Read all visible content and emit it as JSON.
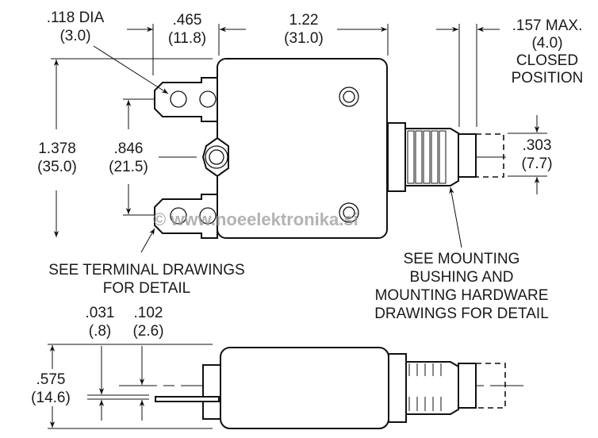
{
  "title": "Circuit breaker dimensional drawing",
  "dimensions": {
    "hole_dia": {
      "in": ".118 DIA",
      "mm": "(3.0)"
    },
    "terminal_length": {
      "in": ".465",
      "mm": "(11.8)"
    },
    "body_length": {
      "in": "1.22",
      "mm": "(31.0)"
    },
    "button_travel": {
      "in": ".157 MAX.",
      "mm": "(4.0)",
      "note1": "CLOSED",
      "note2": "POSITION"
    },
    "overall_height": {
      "in": "1.378",
      "mm": "(35.0)"
    },
    "terminal_spacing": {
      "in": ".846",
      "mm": "(21.5)"
    },
    "button_dia": {
      "in": ".303",
      "mm": "(7.7)"
    },
    "terminal_thickness": {
      "in": ".031",
      "mm": "(.8)"
    },
    "terminal_offset": {
      "in": ".102",
      "mm": "(2.6)"
    },
    "body_depth": {
      "in": ".575",
      "mm": "(14.6)"
    }
  },
  "notes": {
    "terminal": [
      "SEE TERMINAL DRAWINGS",
      "FOR DETAIL"
    ],
    "bushing": [
      "SEE MOUNTING",
      "BUSHING AND",
      "MOUNTING HARDWARE",
      "DRAWINGS FOR DETAIL"
    ]
  },
  "watermark": "© www.noeelektronika.si"
}
